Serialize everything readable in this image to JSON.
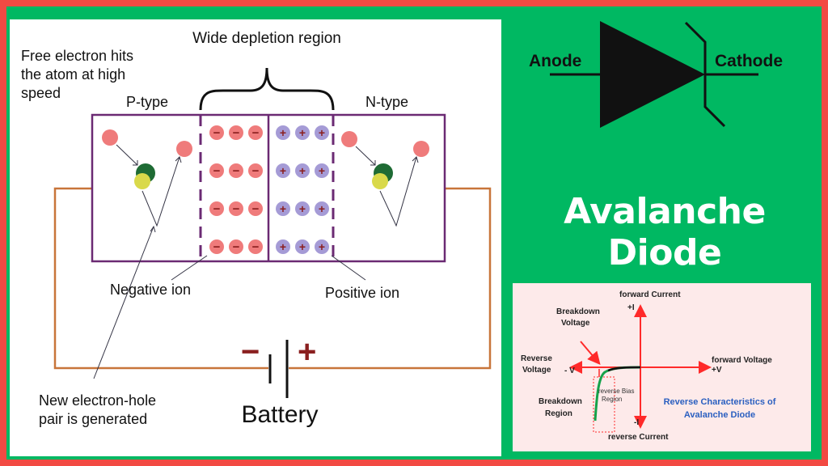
{
  "page_title": "Avalanche Diode",
  "diagram": {
    "depletion_label": "Wide depletion region",
    "free_electron_label": [
      "Free electron hits",
      "the atom at high",
      "speed"
    ],
    "p_type_label": "P-type",
    "n_type_label": "N-type",
    "negative_sign": "−",
    "positive_sign": "+",
    "negative_ion_label": "Negative ion",
    "positive_ion_label": "Positive ion",
    "new_pair_label": [
      "New electron-hole",
      "pair is generated"
    ],
    "battery_minus": "−",
    "battery_plus": "+",
    "battery_label": "Battery"
  },
  "symbol": {
    "anode_label": "Anode",
    "cathode_label": "Cathode"
  },
  "graph": {
    "forward_current": "forward Current",
    "plus_i": "+I",
    "minus_i": "-I",
    "reverse_current": "reverse Current",
    "forward_voltage": "forward Voltage",
    "plus_v": "+V",
    "minus_v": "- V",
    "reverse_voltage": [
      "Reverse",
      "Voltage"
    ],
    "breakdown_voltage": [
      "Breakdown",
      "Voltage"
    ],
    "breakdown_region": [
      "Breakdown",
      "Region"
    ],
    "reverse_bias_region": [
      "reverse Bias",
      "Region"
    ],
    "caption": [
      "Reverse Characteristics of",
      "Avalanche Diode"
    ]
  },
  "colors": {
    "outer_border": "#f24a43",
    "background_green": "#00b862",
    "p_n_box": "#6b2a73",
    "circuit_wire": "#c8753a",
    "negative_ion": "#ef7b7b",
    "positive_ion": "#a59bd6",
    "battery_sign": "#8a1f1f",
    "axis_red": "#ff2a2a",
    "curve_green": "#15a24a",
    "caption_blue": "#2a5fc0"
  }
}
